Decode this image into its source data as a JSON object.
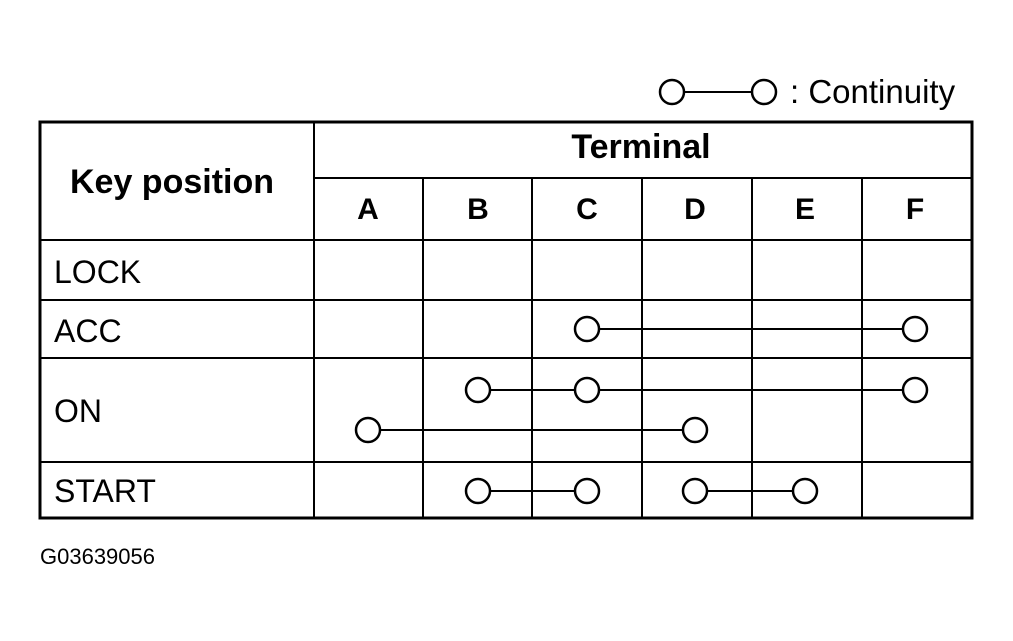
{
  "legend": {
    "text": ": Continuity"
  },
  "table": {
    "key_position_header": "Key position",
    "terminal_header": "Terminal",
    "terminals": [
      "A",
      "B",
      "C",
      "D",
      "E",
      "F"
    ],
    "rows": [
      {
        "label": "LOCK",
        "connections": []
      },
      {
        "label": "ACC",
        "connections": [
          [
            "C",
            "F"
          ]
        ]
      },
      {
        "label": "ON",
        "connections": [
          [
            "B",
            "C",
            "F"
          ],
          [
            "A",
            "D"
          ]
        ]
      },
      {
        "label": "START",
        "connections": [
          [
            "B",
            "C"
          ],
          [
            "D",
            "E"
          ]
        ]
      }
    ]
  },
  "figure_code": "G03639056"
}
